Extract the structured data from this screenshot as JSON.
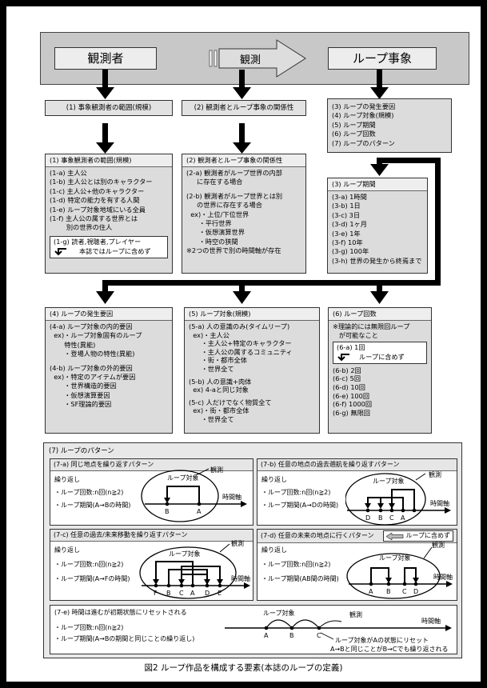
{
  "top": {
    "observer": "観測者",
    "arrow_label": "観測",
    "loop_event": "ループ事象"
  },
  "sub_headers": {
    "h1": "(1) 事象観測者の範囲(規模)",
    "h2": "(2) 観測者とループ事象の関係性",
    "h3_lines": [
      "(3) ループの発生要因",
      "(4) ループ対象(規模)",
      "(5) ループ期間",
      "(6) ループ回数",
      "(7) ループのパターン"
    ]
  },
  "panel1": {
    "title": "(1) 事象観測者の範囲(規模)",
    "lines": [
      "(1-a) 主人公",
      "(1-b) 主人公とは別のキャラクター",
      "(1-c) 主人公+他のキャラクター",
      "(1-d) 特定の能力を有する人間",
      "(1-e) ループ対象地域にいる全員",
      "(1-f) 主人公の属する世界とは",
      "        別の世界の住人"
    ],
    "inner_title": "(1-g) 読者,視聴者,プレイヤー",
    "inner_note": "本誌ではループに含めず"
  },
  "panel2": {
    "title": "(2) 観測者とループ事象の関係性",
    "lines": [
      "(2-a) 観測者がループ世界の内部",
      "     に存在する場合",
      "",
      "(2-b) 観測者がループ世界とは別",
      "     の世界に存在する場合",
      "  ex)・上位/下位世界",
      "      ・平行世界",
      "      ・仮想演算世界",
      "      ・時空の狭間",
      "※2つの世界で別の時間軸が存在"
    ]
  },
  "panel3": {
    "title": "(3) ループ期間",
    "lines": [
      "(3-a) 1時間",
      "(3-b) 1日",
      "(3-c) 3日",
      "(3-d) 1ヶ月",
      "(3-e) 1年",
      "(3-f) 10年",
      "(3-g) 100年",
      "(3-h) 世界の発生から終焉まで"
    ]
  },
  "panel4": {
    "title": "(4) ループの発生要因",
    "lines": [
      "(4-a) ループ対象の内的要因",
      "  ex)・ループ対象固有のループ",
      "       特性(異能)",
      "       ・登場人物の特性(異能)",
      "",
      "(4-b) ループ対象の外的要因",
      "  ex)・特定のアイテムが要因",
      "       ・世界構造的要因",
      "       ・仮想演算要因",
      "       ・SF理論的要因"
    ]
  },
  "panel5": {
    "title": "(5) ループ対象(規模)",
    "lines": [
      "(5-a) 人の意識のみ(タイムリープ)",
      "  ex)・主人公",
      "      ・主人公+特定のキャラクター",
      "      ・主人公の属するコミュニティ",
      "      ・街・都市全体",
      "      ・世界全て",
      "",
      "(5-b) 人の意識+肉体",
      "  ex) 4-aと同じ対象",
      "",
      "(5-c) 人だけでなく物質全て",
      "  ex)・街・都市全体",
      "      ・世界全て"
    ]
  },
  "panel6": {
    "title": "(6) ループ回数",
    "lines": [
      "※理論的には無限回ループ",
      "   が可能なこと"
    ],
    "inner_title": "(6-a) 1回",
    "inner_note": "ループに含めず",
    "lines2": [
      "(6-b) 2回",
      "(6-c) 5回",
      "(6-d) 10回",
      "(6-e) 100回",
      "(6-f) 1000回",
      "(6-g) 無限回"
    ]
  },
  "patterns": {
    "title": "(7) ループのパターン",
    "common_repeat": "繰り返し",
    "loop_target": "ループ対象",
    "observe": "観測",
    "time_axis": "時間軸",
    "p7a": {
      "title": "(7-a) 同じ地点を繰り返すパターン",
      "count": "・ループ回数:n回(n≧2)",
      "period": "・ループ期間(A→Bの時間)",
      "points": [
        "B",
        "A"
      ]
    },
    "p7b": {
      "title": "(7-b) 任意の地点の過去遡航を繰り返すパターン",
      "count": "・ループ回数:n回(n≧2)",
      "period": "・ループ期間(A→Dの時間)",
      "points": [
        "D",
        "B",
        "C",
        "A"
      ]
    },
    "p7c": {
      "title": "(7-c) 任意の過去/未来移動を繰り返すパターン",
      "count": "・ループ回数:n回(n≧2)",
      "period": "・ループ期間(A→Fの時間)",
      "points": [
        "F",
        "B",
        "C",
        "A",
        "D",
        "E"
      ]
    },
    "p7d": {
      "title": "(7-d) 任意の未来の地点に行くパターン",
      "excluded": "ループに含めず",
      "count": "・ループ回数:n回(n≧2)",
      "period": "・ループ期間(AB間の時間)",
      "points": [
        "A",
        "B",
        "C",
        "D"
      ]
    },
    "p7e": {
      "title": "(7-e) 時間は進むが初期状態にリセットされる",
      "count": "・ループ回数:n回(n≧2)",
      "period": "・ループ期間(A→Bの期間と同じことの繰り返し)",
      "points": [
        "A",
        "B",
        "C"
      ],
      "note1": "ループ対象がAの状態にリセット",
      "note2": "A→Bと同じことがB→Cでも繰り返される"
    }
  },
  "caption": "図2 ループ作品を構成する要素(本誌のループの定義)"
}
